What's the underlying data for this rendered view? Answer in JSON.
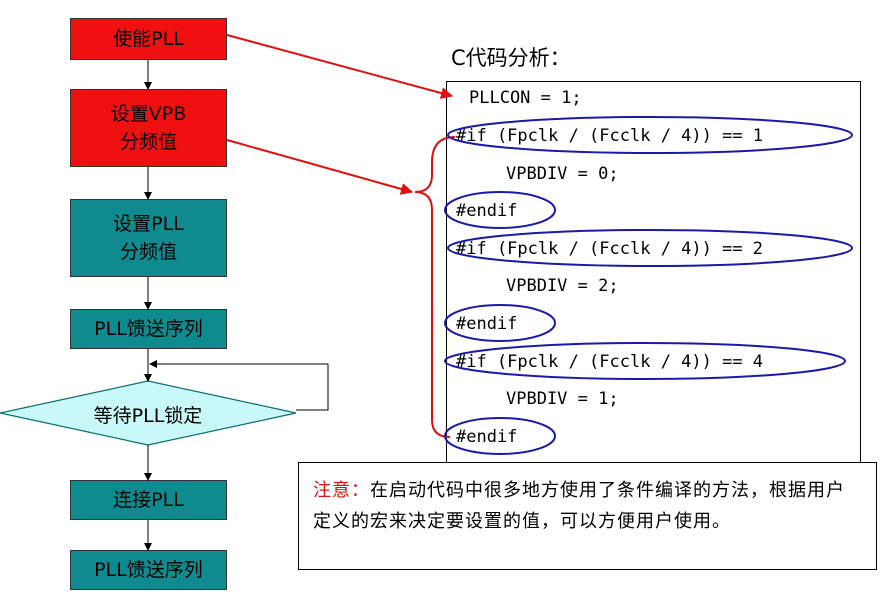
{
  "flowchart": {
    "step1": "使能PLL",
    "step2_line1": "设置VPB",
    "step2_line2": "分频值",
    "step3_line1": "设置PLL",
    "step3_line2": "分频值",
    "step4": "PLL馈送序列",
    "decision": "等待PLL锁定",
    "step5": "连接PLL",
    "step6": "PLL馈送序列"
  },
  "code_panel": {
    "title": "C代码分析：",
    "lines": [
      "PLLCON = 1;",
      "#if (Fpclk / (Fcclk / 4)) == 1",
      "VPBDIV = 0;",
      "#endif",
      "#if (Fpclk / (Fcclk / 4)) == 2",
      "VPBDIV = 2;",
      "#endif",
      "#if (Fpclk / (Fcclk / 4)) == 4",
      "VPBDIV = 1;",
      "#endif"
    ]
  },
  "note": {
    "label": "注意：",
    "text": "在启动代码中很多地方使用了条件编译的方法，根据用户定义的宏来决定要设置的值，可以方便用户使用。"
  },
  "colors": {
    "red_box": "#f01010",
    "teal_box": "#0f8b8f",
    "decision_fill": "#c8f8f8",
    "ellipse": "#1a1aa8",
    "red_arrow": "#e01010"
  }
}
